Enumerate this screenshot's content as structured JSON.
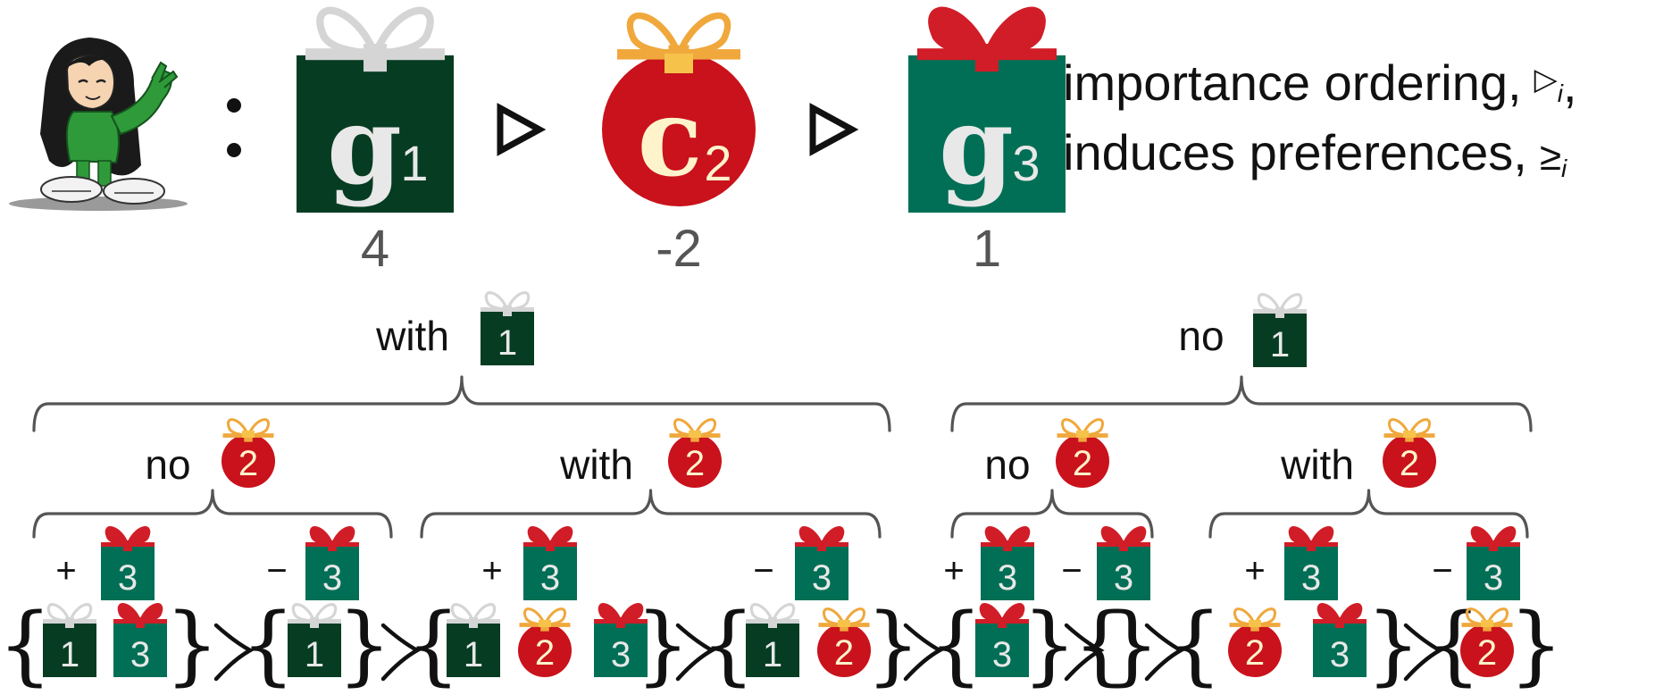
{
  "colors": {
    "g1_box": "#053c22",
    "g3_box": "#006f55",
    "chore_ball": "#c9121b",
    "chore_number": "#fff3cc",
    "white_ribbon": "#d5d5d5",
    "gold_ribbon": "#f0a83c",
    "red_ribbon": "#d11d27",
    "brace": "#555555"
  },
  "header": {
    "colon": ":",
    "items": [
      {
        "letter": "g",
        "subscript": "1",
        "value": "4",
        "kind": "good-dark"
      },
      {
        "letter": "c",
        "subscript": "2",
        "value": "-2",
        "kind": "chore"
      },
      {
        "letter": "g",
        "subscript": "3",
        "value": "1",
        "kind": "good-teal"
      }
    ],
    "order_symbol": "▷",
    "line1_text": "importance ordering,",
    "line1_symbol": "▷",
    "line1_sub": "i",
    "line1_end": ",",
    "line2_text": "induces preferences,",
    "line2_symbol": "≥",
    "line2_sub": "i"
  },
  "tree": {
    "level1": [
      {
        "label": "with",
        "item": "1"
      },
      {
        "label": "no",
        "item": "1"
      }
    ],
    "level2": [
      {
        "label": "no",
        "item": "2"
      },
      {
        "label": "with",
        "item": "2"
      },
      {
        "label": "no",
        "item": "2"
      },
      {
        "label": "with",
        "item": "2"
      }
    ],
    "level3": [
      {
        "sign": "+",
        "item": "3"
      },
      {
        "sign": "−",
        "item": "3"
      },
      {
        "sign": "+",
        "item": "3"
      },
      {
        "sign": "−",
        "item": "3"
      },
      {
        "sign": "+",
        "item": "3"
      },
      {
        "sign": "−",
        "item": "3"
      },
      {
        "sign": "+",
        "item": "3"
      },
      {
        "sign": "−",
        "item": "3"
      }
    ]
  },
  "bundles": [
    [
      "1",
      "3"
    ],
    [
      "1"
    ],
    [
      "1",
      "2",
      "3"
    ],
    [
      "1",
      "2"
    ],
    [
      "3"
    ],
    [],
    [
      "2",
      "3"
    ],
    [
      "2"
    ]
  ],
  "icons": {
    "person": "cartoon-person-icon",
    "good": "gift-box-icon",
    "chore": "ornament-ball-icon",
    "succ": "succeeds-symbol-icon"
  }
}
